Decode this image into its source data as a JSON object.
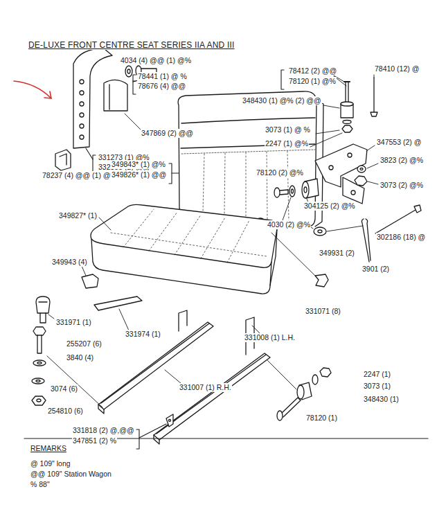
{
  "diagram": {
    "title": "DE-LUXE FRONT CENTRE SEAT  SERIES IIA AND III",
    "labels": [
      "4034 (4) @@ (1) @%",
      "78441 (1) @ %",
      "78676 (4) @@",
      "78412 (2) @@",
      "78120 (1) @%",
      "78410 (12) @",
      "348430 (1) @% (2) @@",
      "347869 (2) @@",
      "3073 (1) @ %",
      "2247 (1) @%",
      "347553 (2) @",
      "331273 (1) @%",
      "332355 (2) @@",
      "78237 (4) @@ (1) @%",
      "3823 (2) @%",
      "78120 (2) @%",
      "3073 (2) @%",
      "349843* (1) @%",
      "349826* (1) @@",
      "304125 (2) @%",
      "4030 (2) @%",
      "302186 (18) @",
      "349827* (1)",
      "349931 (2)",
      "3901 (2)",
      "349943 (4)",
      "331071 (8)",
      "331971 (1)",
      "331974 (1)",
      "331008 (1) L.H.",
      "255207 (6)",
      "3840 (4)",
      "2247 (1)",
      "3074 (6)",
      "3073 (1)",
      "331007 (1) R.H.",
      "348430 (1)",
      "254810 (6)",
      "78120 (1)",
      "331818 (2) @,@@",
      "347851 (2) %",
      "REMARKS",
      "@ 109\" long",
      "@@ 109\" Station Wagon",
      "% 88\""
    ]
  }
}
